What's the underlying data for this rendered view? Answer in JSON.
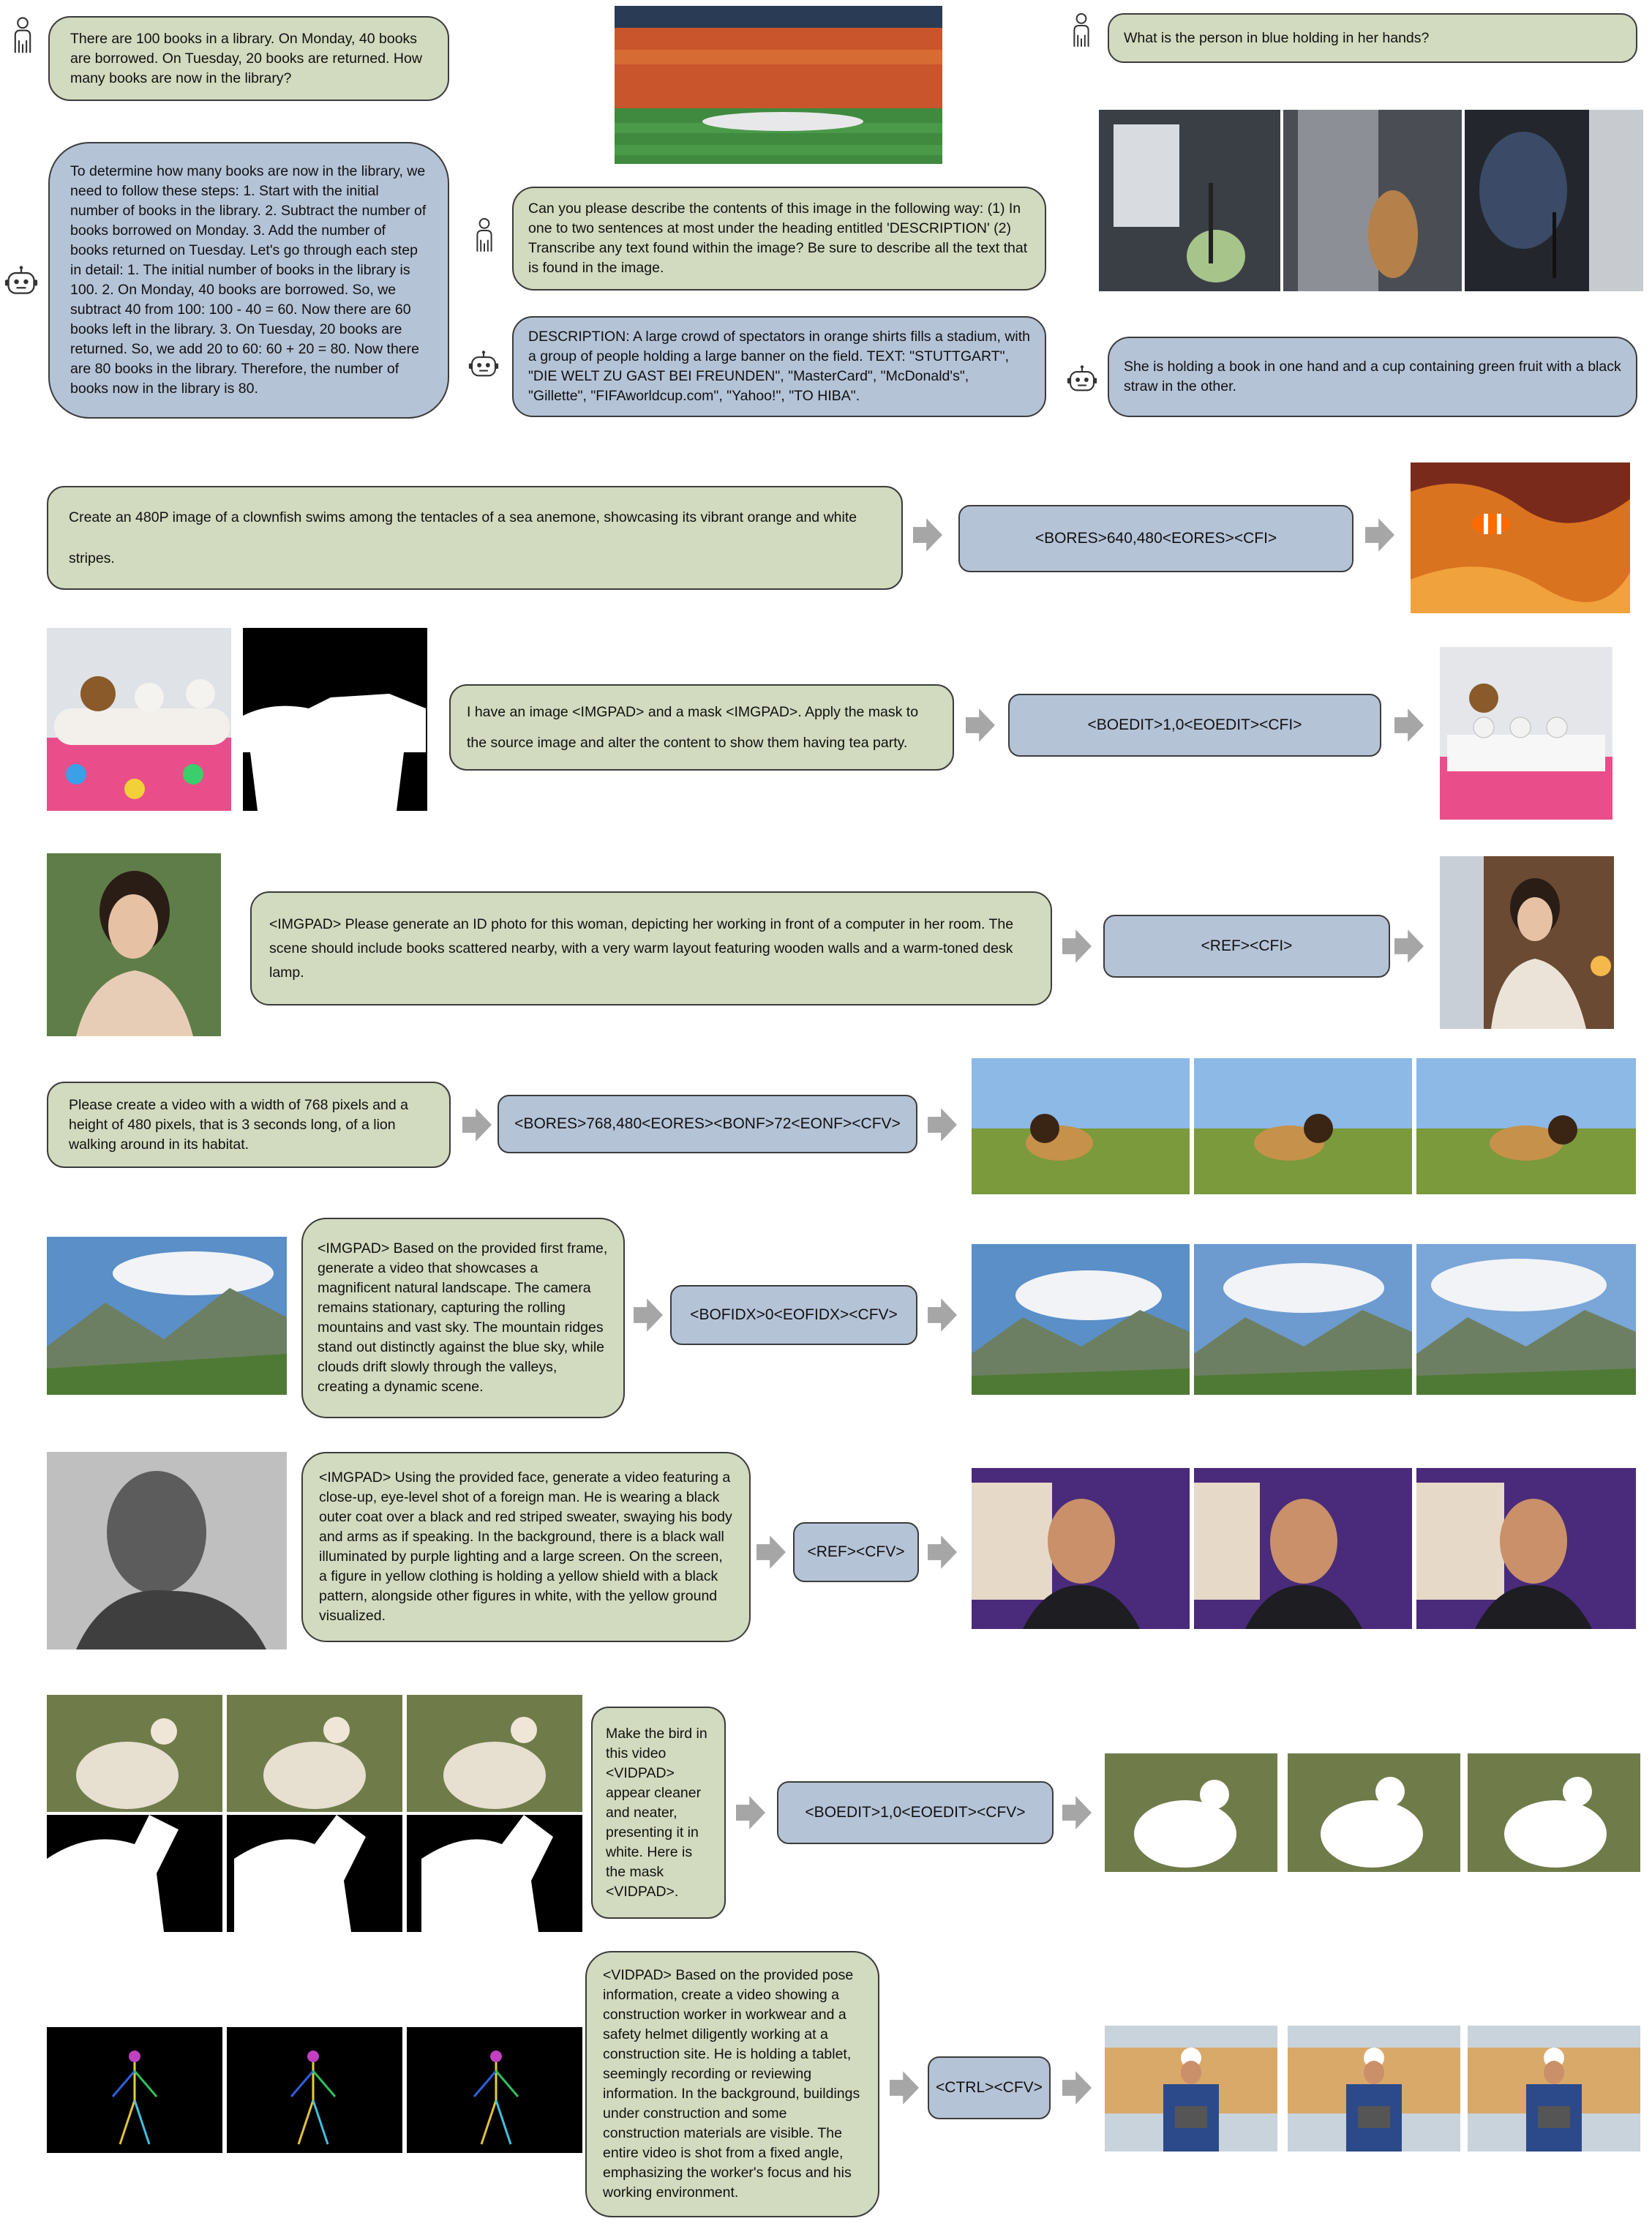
{
  "colors": {
    "prompt_fill": "#d2dabf",
    "response_fill": "#b5c3d7",
    "border": "#3c3c3c",
    "arrow": "#a6a6a6"
  },
  "icons": {
    "user": "person-outline-icon",
    "assistant": "robot-outline-icon"
  },
  "chat": {
    "books_question": "There are 100 books in a library. On Monday, 40 books are borrowed. On Tuesday, 20 books are returned. How many books are now in the library?",
    "books_answer": "To determine how many books are now in the library, we need to follow these steps: 1. Start with the initial number of books in the library. 2. Subtract the number of books borrowed on Monday. 3. Add the number of books returned on Tuesday. Let's go through each step in detail: 1. The initial number of books in the library is 100. 2. On Monday, 40 books are borrowed. So, we subtract 40 from 100: 100 - 40 = 60. Now there are 60 books left in the library. 3. On Tuesday, 20 books are returned. So, we add 20 to 60: 60 + 20 = 80. Now there are 80 books in the library. Therefore, the number of books now in the library is 80.",
    "stadium_question": "Can you please describe the contents of this image in the following way: (1) In one to two sentences at most under the heading entitled 'DESCRIPTION' (2) Transcribe any text found within the image? Be sure to describe all the text that is found in the image.",
    "stadium_answer": "DESCRIPTION: A large crowd of spectators in orange shirts fills a stadium, with a group of people holding a large banner on the field. TEXT: \"STUTTGART\", \"DIE WELT ZU GAST BEI FREUNDEN\", \"MasterCard\", \"McDonald's\", \"Gillette\", \"FIFAworldcup.com\", \"Yahoo!\", \"TO HIBA\".",
    "blue_question": "What is the person in blue holding in her hands?",
    "blue_answer": "She is holding a book in one hand and a cup containing green fruit with a black straw in the other."
  },
  "rows": {
    "clownfish": {
      "prompt": "Create an 480P image of a clownfish swims among the tentacles of a sea anemone, showcasing its vibrant orange and white stripes.",
      "token": "<BORES>640,480<EORES><CFI>"
    },
    "teaparty": {
      "prompt": "I have an image <IMGPAD> and a mask <IMGPAD>. Apply the mask to the source image and alter the content to show them having tea party.",
      "token": "<BOEDIT>1,0<EOEDIT><CFI>"
    },
    "idphoto": {
      "prompt": "<IMGPAD> Please generate an ID photo for this woman, depicting her working in front of a computer in her room. The scene should include books scattered nearby, with a very warm layout featuring wooden walls and a warm-toned desk lamp.",
      "token": "<REF><CFI>"
    },
    "lion": {
      "prompt": "Please create a video with a width of 768 pixels and a height of 480 pixels, that is 3 seconds long, of a lion walking around in its habitat.",
      "token": "<BORES>768,480<EORES><BONF>72<EONF><CFV>"
    },
    "landscape": {
      "prompt": "<IMGPAD> Based on the provided first frame, generate a video that showcases a magnificent natural landscape. The camera remains stationary, capturing the rolling mountains and vast sky. The mountain ridges stand out distinctly against the blue sky, while clouds drift slowly through the valleys, creating a dynamic scene.",
      "token": "<BOFIDX>0<EOFIDX><CFV>"
    },
    "face": {
      "prompt": "<IMGPAD> Using the provided face, generate a video featuring a close-up, eye-level shot of a foreign man. He is wearing a black outer coat over a black and red striped sweater, swaying his body and arms as if speaking. In the background, there is a black wall illuminated by purple lighting and a large screen. On the screen, a figure in yellow clothing is holding a yellow shield with a black pattern, alongside other figures in white, with the yellow ground visualized.",
      "token": "<REF><CFV>"
    },
    "bird": {
      "prompt": "Make the bird in this video <VIDPAD> appear cleaner and neater, presenting it in white. Here is the mask <VIDPAD>.",
      "token": "<BOEDIT>1,0<EOEDIT><CFV>"
    },
    "pose": {
      "prompt": "<VIDPAD> Based on the provided pose information, create a video showing a construction worker in workwear and a safety helmet diligently working at a construction site. He is holding a tablet, seemingly recording or reviewing information. In the background, buildings under construction and some construction materials are visible. The entire video is shot from a fixed angle, emphasizing the worker's focus and his working environment.",
      "token": "<CTRL><CFV>"
    }
  }
}
